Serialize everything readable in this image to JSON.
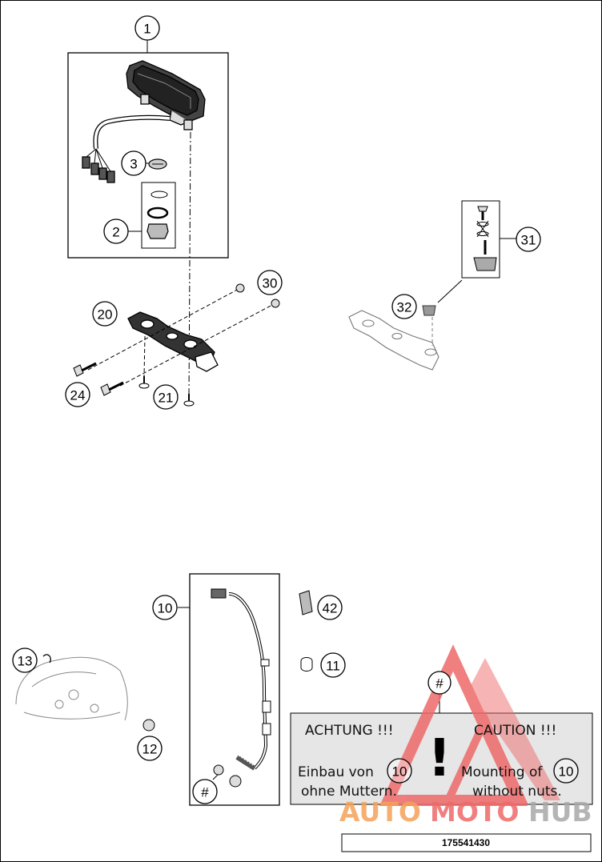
{
  "callouts": {
    "c1": "1",
    "c2": "2",
    "c3": "3",
    "c10": "10",
    "c11": "11",
    "c12": "12",
    "c13": "13",
    "c20": "20",
    "c21": "21",
    "c24": "24",
    "c30": "30",
    "c31": "31",
    "c32": "32",
    "c42": "42",
    "hash_main": "#",
    "hash_cable": "#"
  },
  "warning": {
    "title_de": "ACHTUNG !!!",
    "title_en": "CAUTION !!!",
    "line1_de": "Einbau von",
    "line2_de": "ohne Muttern.",
    "line1_en": "Mounting of",
    "line2_en": "without nuts.",
    "ref_de": "10",
    "ref_en": "10",
    "symbol": "!"
  },
  "watermark": {
    "part1": "AUTO",
    "part2": "MOTO",
    "part3": "HUB",
    "color_orange": "#f5a25a",
    "color_red": "#ee6a6a",
    "color_gray": "#a9a9a9"
  },
  "doc_number": "175541430"
}
